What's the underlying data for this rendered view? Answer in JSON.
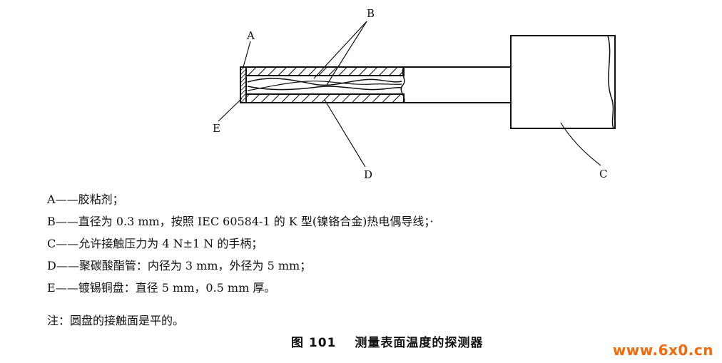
{
  "diagram": {
    "labels": {
      "a": "A",
      "b": "B",
      "c": "C",
      "d": "D",
      "e": "E"
    }
  },
  "legend": [
    {
      "key": "A",
      "dash": "——",
      "text": "胶粘剂；"
    },
    {
      "key": "B",
      "dash": "——",
      "text": "直径为 0.3 mm，按照 IEC 60584-1 的 K 型(镍铬合金)热电偶导线；·"
    },
    {
      "key": "C",
      "dash": "——",
      "text": "允许接触压力为 4 N±1 N 的手柄；"
    },
    {
      "key": "D",
      "dash": "——",
      "text": "聚碳酸酯管：内径为 3 mm，外径为 5 mm；"
    },
    {
      "key": "E",
      "dash": "——",
      "text": "镀锡铜盘：直径 5 mm，0.5 mm 厚。"
    }
  ],
  "note": "注：圆盘的接触面是平的。",
  "caption": {
    "number": "图 101",
    "title": "测量表面温度的探测器"
  },
  "watermark": "www.6x0.cn",
  "colors": {
    "ink": "#111111",
    "watermark": "#f26a0a"
  }
}
